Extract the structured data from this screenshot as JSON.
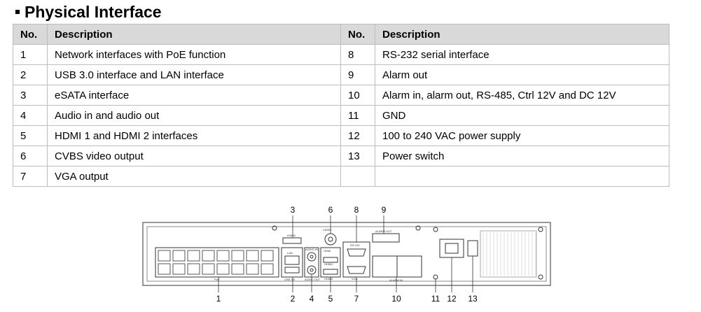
{
  "section": {
    "title": "Physical Interface"
  },
  "table": {
    "headers": [
      "No.",
      "Description",
      "No.",
      "Description"
    ],
    "rows": [
      [
        "1",
        "Network interfaces with PoE function",
        "8",
        "RS-232 serial interface"
      ],
      [
        "2",
        "USB 3.0 interface and LAN interface",
        "9",
        "Alarm out"
      ],
      [
        "3",
        "eSATA interface",
        "10",
        "Alarm in, alarm out, RS-485, Ctrl 12V and DC 12V"
      ],
      [
        "4",
        "Audio in and audio out",
        "11",
        "GND"
      ],
      [
        "5",
        "HDMI 1 and HDMI 2 interfaces",
        "12",
        "100 to 240 VAC power supply"
      ],
      [
        "6",
        "CVBS video output",
        "13",
        "Power switch"
      ],
      [
        "7",
        "VGA output",
        "",
        ""
      ]
    ]
  },
  "callouts": {
    "top": [
      "3",
      "6",
      "8",
      "9"
    ],
    "bottom": [
      "1",
      "2",
      "4",
      "5",
      "7",
      "10",
      "11",
      "12",
      "13"
    ]
  },
  "panel_labels": {
    "esata": "eSATA",
    "video": "VIDEO",
    "alarm_out": "ALARM OUT",
    "lan": "LAN",
    "usb": "USB 3.0",
    "audio_in": "AUDIO IN",
    "audio_out": "AUDIO OUT",
    "hdmi": "HDMI",
    "hdmi1": "HDMI1",
    "hdmi2": "HDMI2",
    "vga": "VGA",
    "rs232": "RS-232",
    "alarm_in": "ALARM IN",
    "poe": "PoE"
  },
  "colors": {
    "header_bg": "#d9d9d9",
    "border": "#bdbdbd",
    "device_line": "#333333"
  }
}
